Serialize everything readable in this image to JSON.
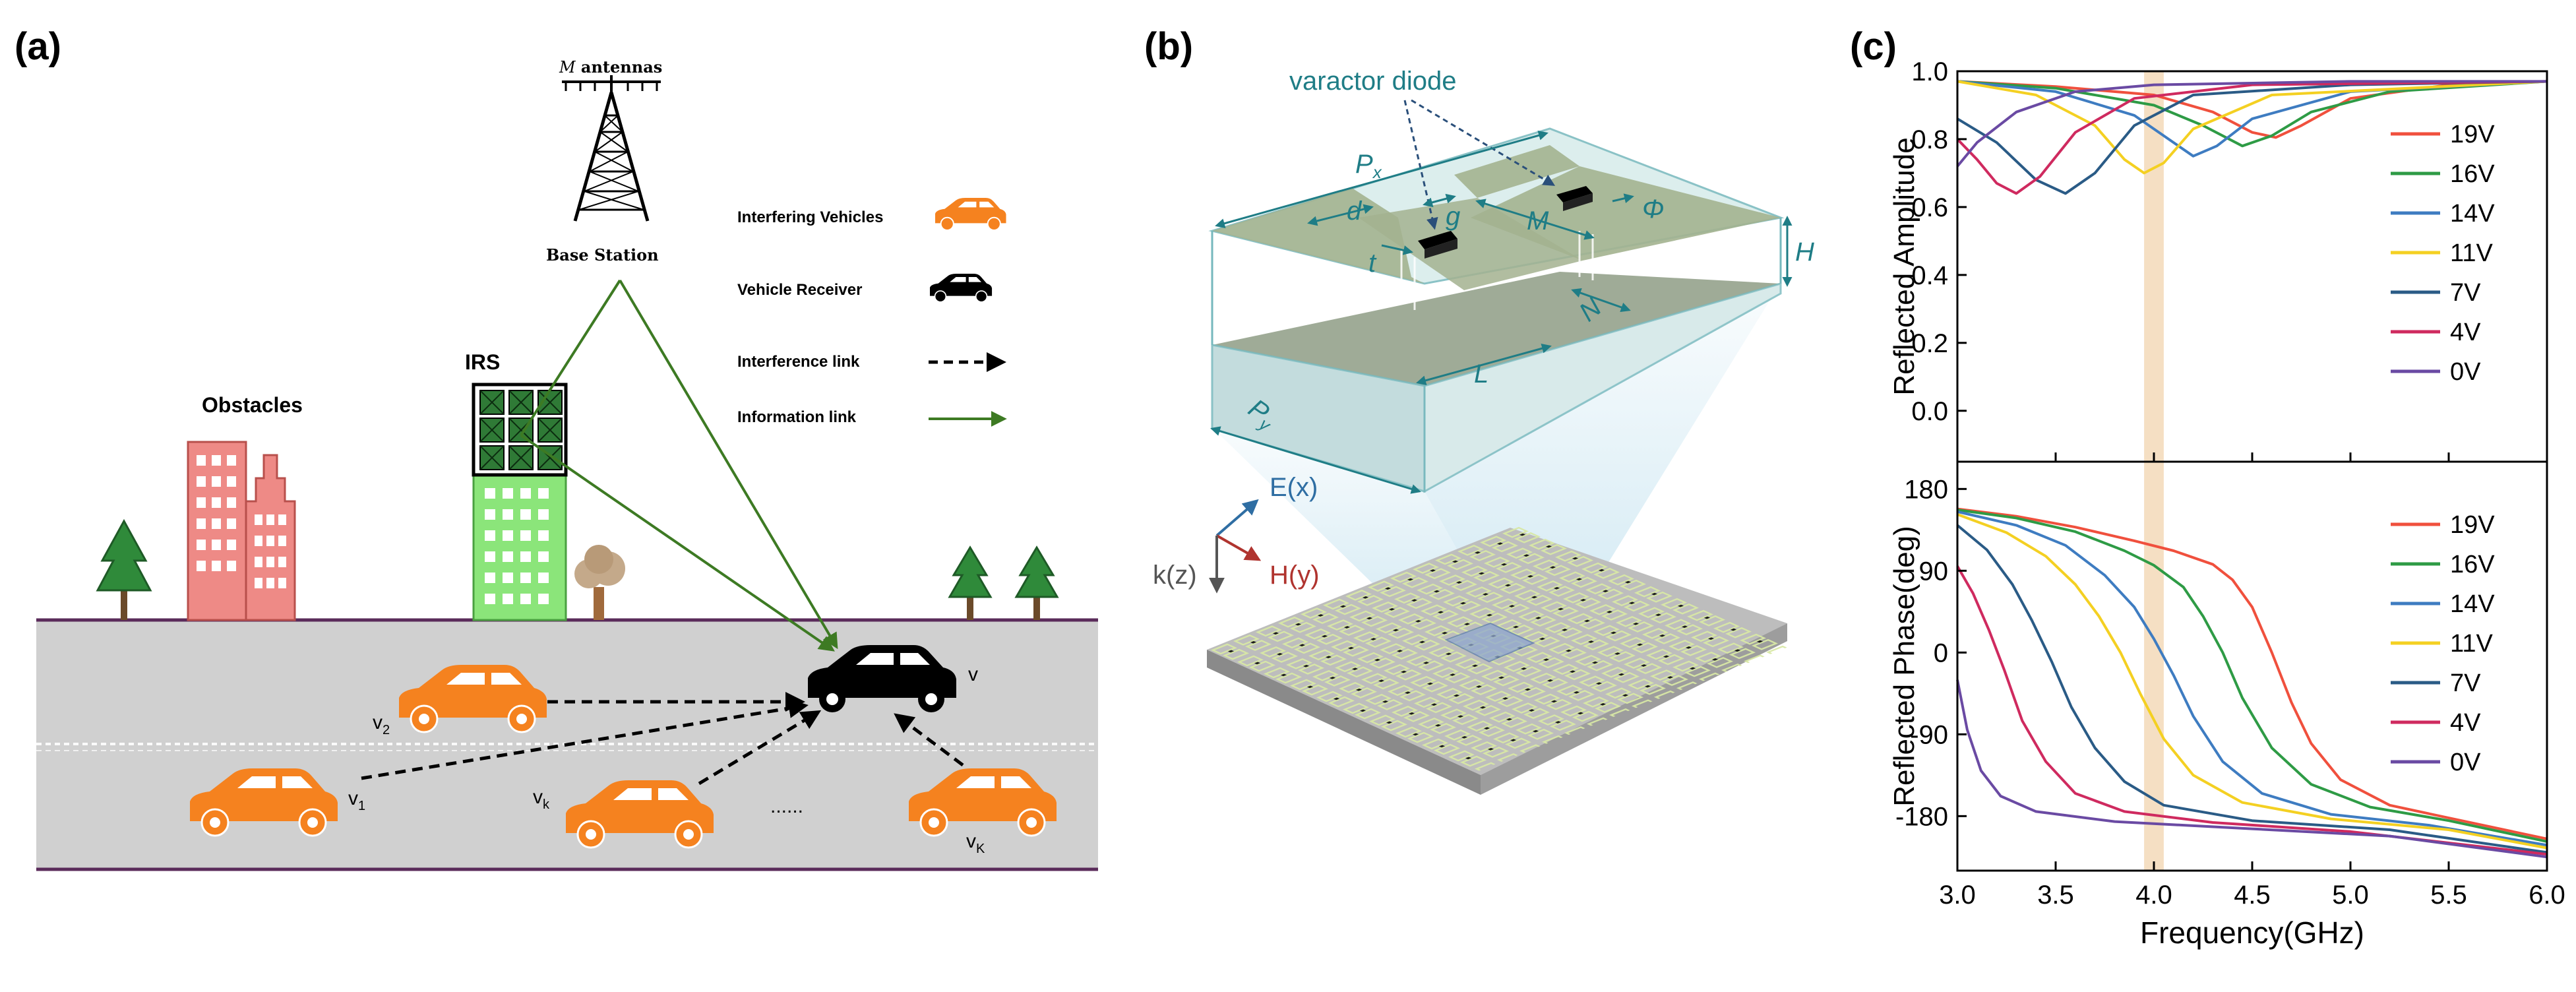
{
  "panel_a": {
    "label": "(a)",
    "antenna_label": "M antennas",
    "antenna_label_m": "M",
    "antenna_label_rest": " antennas",
    "base_station": "Base Station",
    "irs": "IRS",
    "obstacles": "Obstacles",
    "legend": {
      "interfering_vehicles": "Interfering Vehicles",
      "vehicle_receiver": "Vehicle Receiver",
      "interference_link": "Interference link",
      "information_link": "Information link"
    },
    "vehicle_labels": {
      "receiver": "v",
      "v2_base": "v",
      "v2_sub": "2",
      "v1_base": "v",
      "v1_sub": "1",
      "vk_base": "v",
      "vk_sub": "k",
      "vK_base": "v",
      "vK_sub": "K"
    },
    "dots": "......",
    "colors": {
      "car": "#f5821f",
      "road": "#d0d0d0",
      "info_link": "#3d7a23",
      "building_red": "#ee8a86",
      "building_green": "#8be57a"
    }
  },
  "panel_b": {
    "label": "(b)",
    "varactor": "varactor diode",
    "dims": {
      "px": "P",
      "px_sub": "x",
      "py": "P",
      "py_sub": "y",
      "d": "d",
      "g": "g",
      "m": "M",
      "phi": "Φ",
      "t": "t",
      "h": "H",
      "n": "N",
      "l": "L"
    },
    "axes": {
      "e": "E(x)",
      "h": "H(y)",
      "k": "k(z)"
    },
    "colors": {
      "dim": "#1f7d86",
      "e_axis": "#2f6ea3",
      "h_axis": "#b0342f"
    }
  },
  "panel_c": {
    "label": "(c)",
    "chart_data": [
      {
        "type": "line",
        "ylabel": "Reflected Amplitude",
        "xlabel": "",
        "xlim": [
          3.0,
          6.0
        ],
        "ylim": [
          -0.15,
          1.0
        ],
        "yticks": [
          0.0,
          0.2,
          0.4,
          0.6,
          0.8,
          1.0
        ],
        "ytick_labels": [
          "0.0",
          "0.2",
          "0.4",
          "0.6",
          "0.8",
          "1.0"
        ],
        "highlight_band": [
          3.95,
          4.05
        ],
        "legend_position": "right",
        "series": [
          {
            "name": "19V",
            "color": "#f0503d",
            "points": [
              [
                3.0,
                0.97
              ],
              [
                3.5,
                0.955
              ],
              [
                4.0,
                0.93
              ],
              [
                4.3,
                0.88
              ],
              [
                4.5,
                0.82
              ],
              [
                4.62,
                0.805
              ],
              [
                4.75,
                0.84
              ],
              [
                5.0,
                0.92
              ],
              [
                5.5,
                0.96
              ],
              [
                6.0,
                0.97
              ]
            ]
          },
          {
            "name": "16V",
            "color": "#2e9b45",
            "points": [
              [
                3.0,
                0.97
              ],
              [
                3.5,
                0.95
              ],
              [
                4.0,
                0.9
              ],
              [
                4.25,
                0.84
              ],
              [
                4.45,
                0.78
              ],
              [
                4.6,
                0.81
              ],
              [
                4.8,
                0.88
              ],
              [
                5.2,
                0.94
              ],
              [
                6.0,
                0.97
              ]
            ]
          },
          {
            "name": "14V",
            "color": "#3e7cc1",
            "points": [
              [
                3.0,
                0.97
              ],
              [
                3.5,
                0.94
              ],
              [
                3.9,
                0.87
              ],
              [
                4.1,
                0.79
              ],
              [
                4.2,
                0.75
              ],
              [
                4.32,
                0.78
              ],
              [
                4.5,
                0.86
              ],
              [
                5.0,
                0.94
              ],
              [
                6.0,
                0.97
              ]
            ]
          },
          {
            "name": "11V",
            "color": "#f4d022",
            "points": [
              [
                3.0,
                0.97
              ],
              [
                3.4,
                0.93
              ],
              [
                3.7,
                0.84
              ],
              [
                3.85,
                0.74
              ],
              [
                3.95,
                0.7
              ],
              [
                4.05,
                0.73
              ],
              [
                4.2,
                0.83
              ],
              [
                4.6,
                0.93
              ],
              [
                6.0,
                0.97
              ]
            ]
          },
          {
            "name": "7V",
            "color": "#2a5b86",
            "points": [
              [
                3.0,
                0.86
              ],
              [
                3.2,
                0.79
              ],
              [
                3.4,
                0.68
              ],
              [
                3.55,
                0.64
              ],
              [
                3.7,
                0.7
              ],
              [
                3.9,
                0.84
              ],
              [
                4.2,
                0.93
              ],
              [
                5.0,
                0.96
              ],
              [
                6.0,
                0.97
              ]
            ]
          },
          {
            "name": "4V",
            "color": "#cf2a5f",
            "points": [
              [
                3.0,
                0.8
              ],
              [
                3.1,
                0.74
              ],
              [
                3.2,
                0.67
              ],
              [
                3.3,
                0.64
              ],
              [
                3.42,
                0.69
              ],
              [
                3.6,
                0.82
              ],
              [
                3.9,
                0.92
              ],
              [
                4.5,
                0.96
              ],
              [
                6.0,
                0.97
              ]
            ]
          },
          {
            "name": "0V",
            "color": "#6a4aa3",
            "points": [
              [
                3.0,
                0.72
              ],
              [
                3.1,
                0.79
              ],
              [
                3.3,
                0.88
              ],
              [
                3.6,
                0.94
              ],
              [
                4.0,
                0.96
              ],
              [
                5.0,
                0.97
              ],
              [
                6.0,
                0.97
              ]
            ]
          }
        ]
      },
      {
        "type": "line",
        "ylabel": "Reflected Phase(deg)",
        "xlabel": "Frequency(GHz)",
        "xlim": [
          3.0,
          6.0
        ],
        "ylim": [
          -240,
          210
        ],
        "yticks": [
          -180,
          -90,
          0,
          90,
          180
        ],
        "ytick_labels": [
          "-180",
          "-90",
          "0",
          "90",
          "180"
        ],
        "xticks": [
          3.0,
          3.5,
          4.0,
          4.5,
          5.0,
          5.5,
          6.0
        ],
        "xtick_labels": [
          "3.0",
          "3.5",
          "4.0",
          "4.5",
          "5.0",
          "5.5",
          "6.0"
        ],
        "highlight_band": [
          3.95,
          4.05
        ],
        "legend_position": "right",
        "series": [
          {
            "name": "19V",
            "color": "#f0503d",
            "points": [
              [
                3.0,
                158
              ],
              [
                3.3,
                150
              ],
              [
                3.6,
                138
              ],
              [
                3.9,
                123
              ],
              [
                4.1,
                112
              ],
              [
                4.3,
                97
              ],
              [
                4.4,
                80
              ],
              [
                4.5,
                50
              ],
              [
                4.6,
                0
              ],
              [
                4.7,
                -55
              ],
              [
                4.8,
                -100
              ],
              [
                4.95,
                -140
              ],
              [
                5.2,
                -168
              ],
              [
                5.5,
                -182
              ],
              [
                6.0,
                -205
              ]
            ]
          },
          {
            "name": "16V",
            "color": "#2e9b45",
            "points": [
              [
                3.0,
                157
              ],
              [
                3.3,
                148
              ],
              [
                3.6,
                133
              ],
              [
                3.85,
                112
              ],
              [
                4.0,
                96
              ],
              [
                4.15,
                72
              ],
              [
                4.25,
                40
              ],
              [
                4.35,
                0
              ],
              [
                4.45,
                -50
              ],
              [
                4.6,
                -105
              ],
              [
                4.8,
                -145
              ],
              [
                5.1,
                -170
              ],
              [
                5.5,
                -185
              ],
              [
                6.0,
                -208
              ]
            ]
          },
          {
            "name": "14V",
            "color": "#3e7cc1",
            "points": [
              [
                3.0,
                155
              ],
              [
                3.3,
                140
              ],
              [
                3.55,
                118
              ],
              [
                3.75,
                85
              ],
              [
                3.9,
                50
              ],
              [
                4.0,
                15
              ],
              [
                4.1,
                -25
              ],
              [
                4.2,
                -70
              ],
              [
                4.35,
                -120
              ],
              [
                4.55,
                -155
              ],
              [
                4.9,
                -178
              ],
              [
                5.4,
                -190
              ],
              [
                6.0,
                -212
              ]
            ]
          },
          {
            "name": "11V",
            "color": "#f4d022",
            "points": [
              [
                3.0,
                152
              ],
              [
                3.25,
                132
              ],
              [
                3.45,
                106
              ],
              [
                3.6,
                75
              ],
              [
                3.72,
                40
              ],
              [
                3.83,
                0
              ],
              [
                3.93,
                -45
              ],
              [
                4.05,
                -95
              ],
              [
                4.2,
                -135
              ],
              [
                4.45,
                -165
              ],
              [
                4.9,
                -183
              ],
              [
                5.5,
                -195
              ],
              [
                6.0,
                -215
              ]
            ]
          },
          {
            "name": "7V",
            "color": "#2a5b86",
            "points": [
              [
                3.0,
                140
              ],
              [
                3.15,
                113
              ],
              [
                3.28,
                75
              ],
              [
                3.38,
                35
              ],
              [
                3.48,
                -10
              ],
              [
                3.58,
                -60
              ],
              [
                3.7,
                -105
              ],
              [
                3.85,
                -142
              ],
              [
                4.05,
                -168
              ],
              [
                4.5,
                -185
              ],
              [
                5.2,
                -195
              ],
              [
                6.0,
                -220
              ]
            ]
          },
          {
            "name": "4V",
            "color": "#cf2a5f",
            "points": [
              [
                3.0,
                95
              ],
              [
                3.08,
                65
              ],
              [
                3.16,
                25
              ],
              [
                3.24,
                -20
              ],
              [
                3.33,
                -75
              ],
              [
                3.45,
                -120
              ],
              [
                3.6,
                -155
              ],
              [
                3.85,
                -175
              ],
              [
                4.3,
                -187
              ],
              [
                5.0,
                -197
              ],
              [
                6.0,
                -222
              ]
            ]
          },
          {
            "name": "0V",
            "color": "#6a4aa3",
            "points": [
              [
                3.0,
                -30
              ],
              [
                3.05,
                -85
              ],
              [
                3.12,
                -130
              ],
              [
                3.22,
                -158
              ],
              [
                3.4,
                -175
              ],
              [
                3.8,
                -186
              ],
              [
                4.5,
                -194
              ],
              [
                5.2,
                -202
              ],
              [
                6.0,
                -225
              ]
            ]
          }
        ]
      }
    ]
  }
}
